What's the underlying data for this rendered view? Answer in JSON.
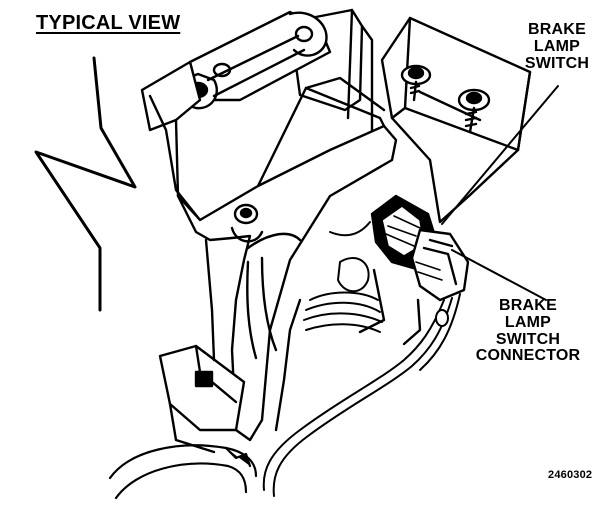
{
  "diagram": {
    "title": "TYPICAL VIEW",
    "callouts": [
      {
        "lines": [
          "BRAKE",
          "LAMP",
          "SWITCH"
        ]
      },
      {
        "lines": [
          "BRAKE",
          "LAMP",
          "SWITCH",
          "CONNECTOR"
        ]
      }
    ],
    "figure_number": "2460302",
    "line_color": "#000000",
    "background_color": "#ffffff"
  }
}
